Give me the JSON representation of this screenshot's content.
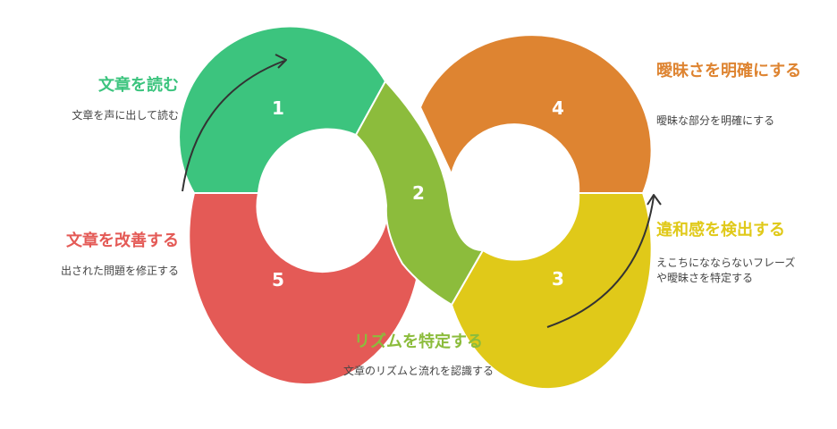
{
  "steps": [
    {
      "number": "1",
      "title": "文章を読む",
      "description": "文章を声に出して読む",
      "color": "#3cc47e"
    },
    {
      "number": "2",
      "title": "リズムを特定する",
      "description": "文章のリズムと流れを認識する",
      "color": "#8cbc3c"
    },
    {
      "number": "3",
      "title": "違和感を検出する",
      "description": "えこちになならないフレーズや曖昧さを特定する",
      "color": "#e0c919"
    },
    {
      "number": "4",
      "title": "曖昧さを明確にする",
      "description": "曖昧な部分を明確にする",
      "color": "#de8431"
    },
    {
      "number": "5",
      "title": "文章を改善する",
      "description": "出された問題を修正する",
      "color": "#e45a56"
    }
  ]
}
